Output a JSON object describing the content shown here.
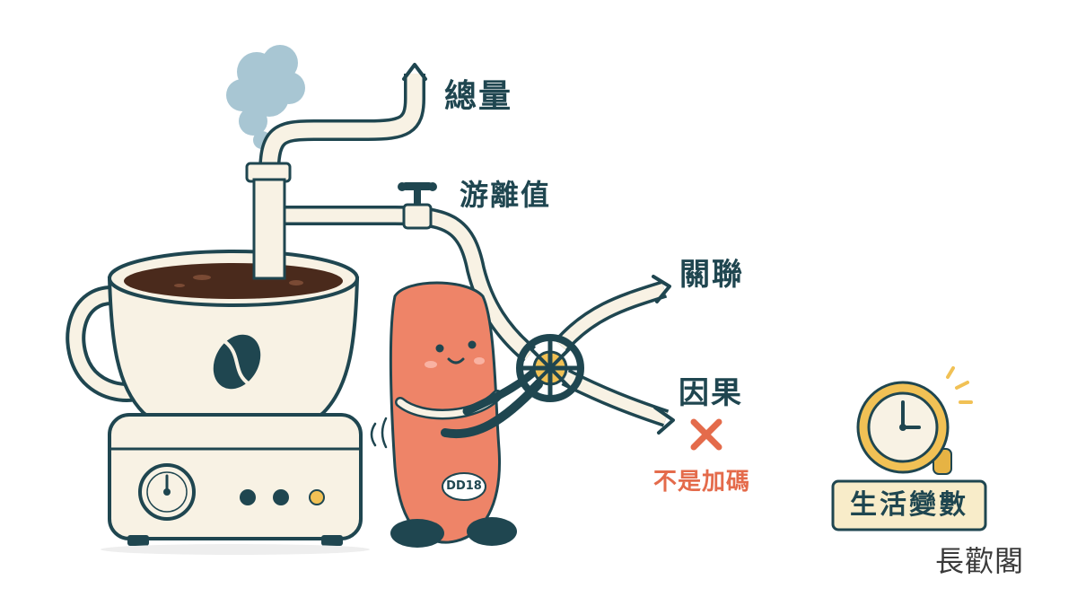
{
  "labels": {
    "total": "總量",
    "free_value": "游離值",
    "association": "關聯",
    "causation": "因果",
    "not_additive": "不是加碼",
    "life_variables": "生活變數",
    "brand": "長歡閣"
  },
  "mascot": {
    "badge": "DD18"
  },
  "colors": {
    "outline": "#1f4650",
    "cream": "#f8f2e4",
    "coffee": "#4a2a1c",
    "mascot": "#ee8468",
    "accent_red": "#e46b4b",
    "gold": "#f1c155",
    "steam": "#9fc0cf"
  },
  "icons": [
    "steam-cloud",
    "coffee-bean-icon",
    "faucet-icon",
    "valve-wheel-icon",
    "cross-mark-icon",
    "clock-icon",
    "dial-gauge-icon"
  ]
}
